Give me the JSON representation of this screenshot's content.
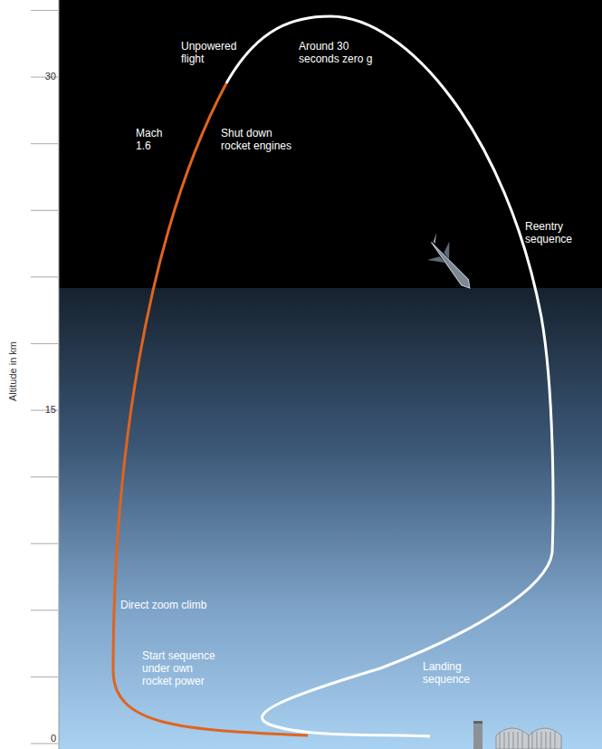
{
  "diagram": {
    "labels": [
      "Altitude in km",
      "30",
      "15",
      "0",
      "Unpowered flight",
      "Around 30 seconds zero g",
      "Mach 1.6",
      "Shut down rocket engines",
      "Reentry sequence",
      "Direct zoom climb",
      "Start sequence under own rocket power",
      "Landing sequence"
    ]
  }
}
